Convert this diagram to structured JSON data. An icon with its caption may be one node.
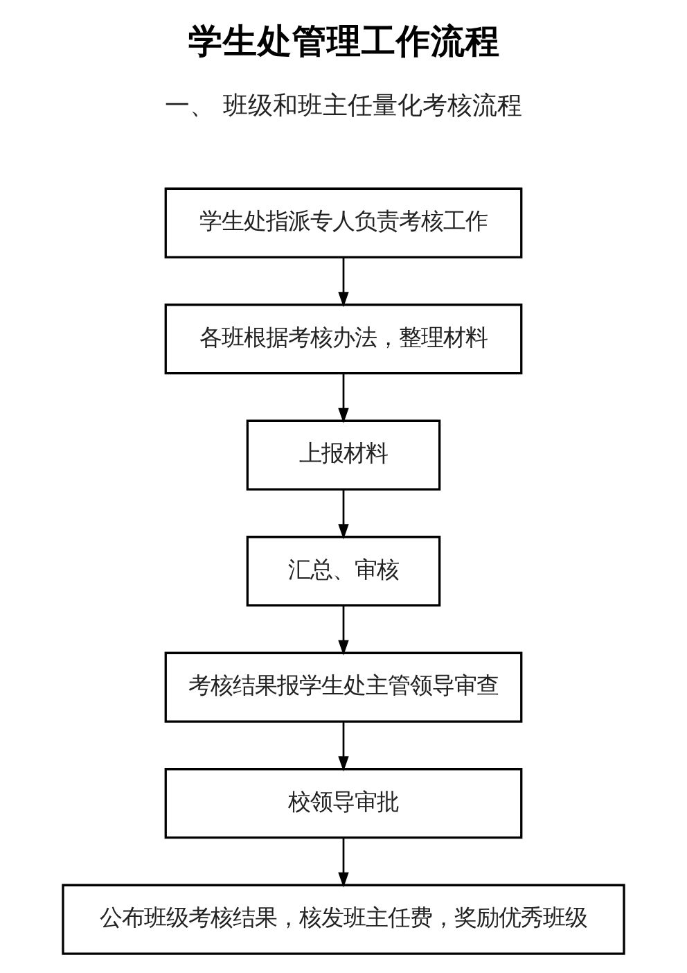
{
  "diagram": {
    "title": "学生处管理工作流程",
    "nodes": [
      {
        "text": [
          "学生处指派专人负责考核工作"
        ]
      },
      {
        "text": [
          "各班根据考核办法，整理材料"
        ]
      },
      {
        "text": [
          "上报材料"
        ]
      },
      {
        "text": [
          "汇总、审核"
        ]
      },
      {
        "text": [
          "考核结果报学生处主管领导审查"
        ]
      },
      {
        "text": [
          "校领导审批"
        ]
      },
      {
        "text": [
          "公布班级考核结果，核发班主任费，奖励优秀班级"
        ]
      }
    ],
    "edges": [
      {
        "from": 0,
        "to": 1,
        "arrow": "to"
      },
      {
        "from": 1,
        "to": 2,
        "arrow": "to"
      },
      {
        "from": 2,
        "to": 3,
        "arrow": "to"
      },
      {
        "from": 3,
        "to": 4,
        "arrow": "to"
      },
      {
        "from": 4,
        "to": 5,
        "arrow": "to"
      },
      {
        "from": 5,
        "to": 6,
        "arrow": "to"
      }
    ],
    "labels": [
      "一、 班级和班主任量化考核流程"
    ]
  }
}
